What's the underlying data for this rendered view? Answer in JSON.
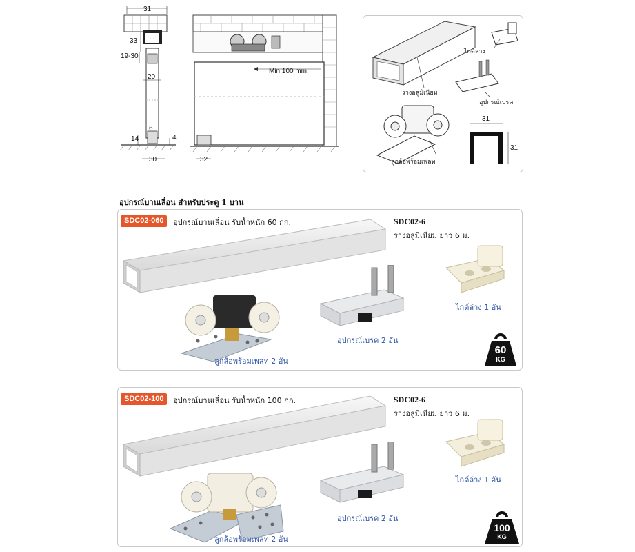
{
  "drawings": {
    "side_dims": {
      "top_width": "31",
      "d33": "33",
      "d19_30": "19-30",
      "d20": "20",
      "d6": "6",
      "d14": "14",
      "d4": "4",
      "d30": "30"
    },
    "front_dims": {
      "min_gap": "Min.100 mm.",
      "d32": "32"
    }
  },
  "exploded": {
    "labels": {
      "guide": "ไกด์ล่าง",
      "rail": "รางอลูมิเนียม",
      "brake": "อุปกรณ์เบรค",
      "roller": "ลูกล้อพร้อมเพลท"
    },
    "profile_dims": {
      "width": "31",
      "height": "31"
    }
  },
  "section_heading": "อุปกรณ์บานเลื่อน สำหรับประตู 1 บาน",
  "products": [
    {
      "code": "SDC02-060",
      "description": "อุปกรณ์บานเลื่อน รับน้ำหนัก 60 กก.",
      "rail_code": "SDC02-6",
      "rail_desc": "รางอลูมิเนียม ยาว 6 ม.",
      "roller_label": "ลูกล้อพร้อมเพลท 2 อัน",
      "brake_label": "อุปกรณ์เบรค 2 อัน",
      "guide_label": "ไกด์ล่าง 1 อัน",
      "weight_value": "60",
      "weight_unit": "KG"
    },
    {
      "code": "SDC02-100",
      "description": "อุปกรณ์บานเลื่อน รับน้ำหนัก 100 กก.",
      "rail_code": "SDC02-6",
      "rail_desc": "รางอลูมิเนียม ยาว 6 ม.",
      "roller_label": "ลูกล้อพร้อมเพลท 2 อัน",
      "brake_label": "อุปกรณ์เบรค 2 อัน",
      "guide_label": "ไกด์ล่าง 1 อัน",
      "weight_value": "100",
      "weight_unit": "KG"
    }
  ],
  "colors": {
    "badge": "#e5562a",
    "part_label": "#2f55a4",
    "weight_icon": "#111111"
  },
  "icons": {
    "weight": "kettlebell-weight-icon"
  }
}
